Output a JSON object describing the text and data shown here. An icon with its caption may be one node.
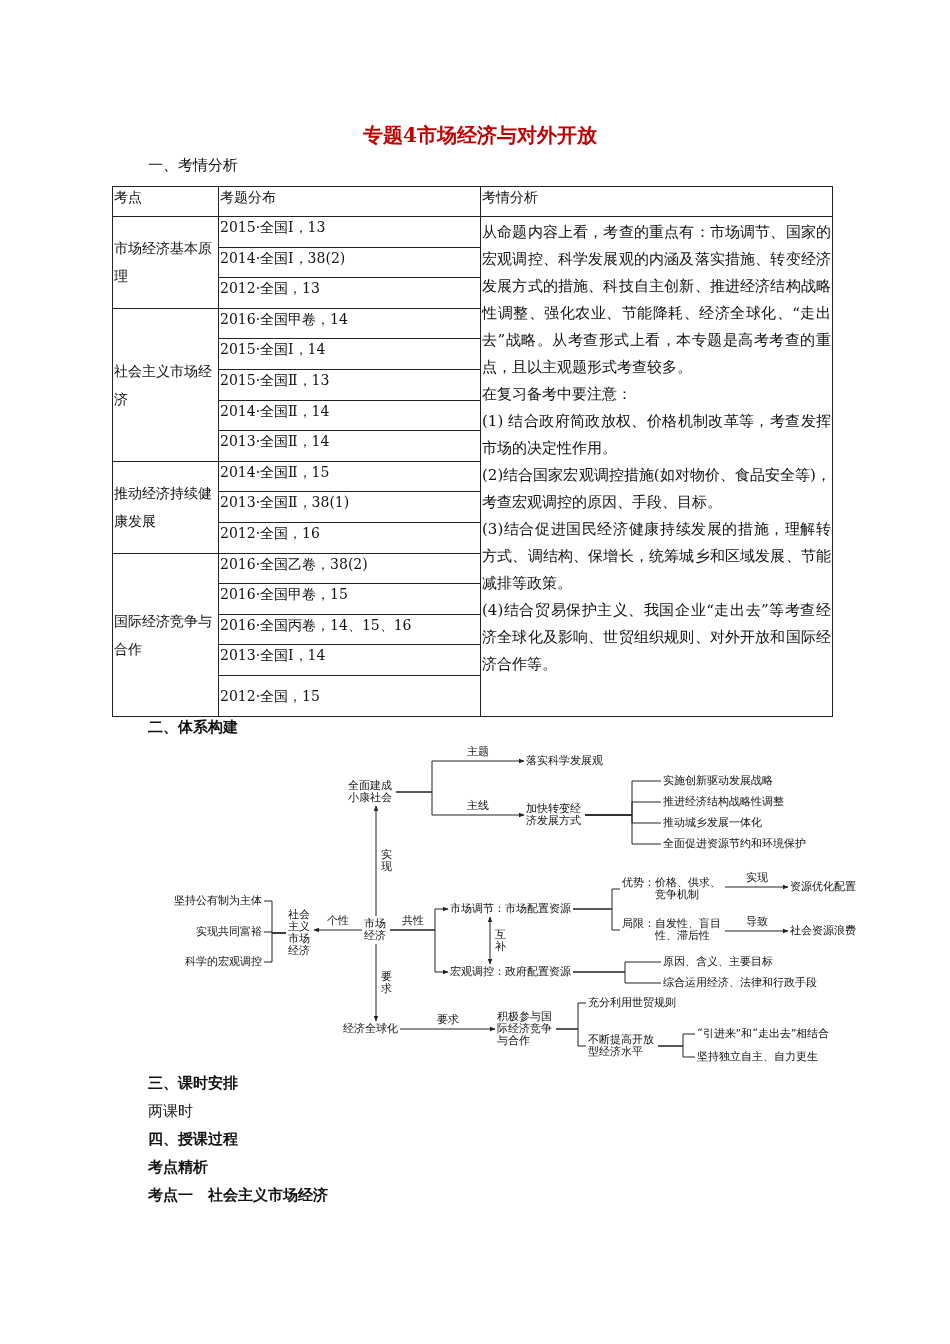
{
  "diagram": {
    "title": "专题4市场经济与对外开放",
    "nodes": [
      {
        "text": [
          "全面建成小康社会"
        ]
      },
      {
        "text": [
          "落实科学发展观"
        ]
      },
      {
        "text": [
          "加快转变经济发展方式"
        ]
      },
      {
        "text": [
          "实施创新驱动发展战略"
        ]
      },
      {
        "text": [
          "推进经济结构战略性调整"
        ]
      },
      {
        "text": [
          "推动城乡发展一体化"
        ]
      },
      {
        "text": [
          "全面促进资源节约和环境保护"
        ]
      },
      {
        "text": [
          "坚持公有制为主体"
        ]
      },
      {
        "text": [
          "实现共同富裕"
        ]
      },
      {
        "text": [
          "科学的宏观调控"
        ]
      },
      {
        "text": [
          "社会主义市场经济"
        ]
      },
      {
        "text": [
          "市场经济"
        ]
      },
      {
        "text": [
          "市场调节：市场配置资源"
        ]
      },
      {
        "text": [
          "宏观调控：政府配置资源"
        ]
      },
      {
        "text": [
          "优势：",
          "价格、供求、竞争机制"
        ]
      },
      {
        "text": [
          "资源优化配置"
        ]
      },
      {
        "text": [
          "局限：",
          "自发性、盲目性、滞后性"
        ]
      },
      {
        "text": [
          "社会资源浪费"
        ]
      },
      {
        "text": [
          "原因、含义、主要目标"
        ]
      },
      {
        "text": [
          "综合运用经济、法律和行政手段"
        ]
      },
      {
        "text": [
          "经济全球化"
        ]
      },
      {
        "text": [
          "积极参与国际经济竞争与合作"
        ]
      },
      {
        "text": [
          "充分利用世贸规则"
        ]
      },
      {
        "text": [
          "不断提高开放型经济水平"
        ]
      },
      {
        "text": [
          "“引进来”和“走出去”相结合"
        ]
      },
      {
        "text": [
          "坚持独立自主、自力更生"
        ]
      }
    ],
    "edges": [
      {
        "from": 0,
        "to": 1,
        "arrow": "to",
        "label": "主题"
      },
      {
        "from": 0,
        "to": 2,
        "arrow": "to",
        "label": "主线"
      },
      {
        "from": 2,
        "to": 3,
        "arrow": "none"
      },
      {
        "from": 2,
        "to": 4,
        "arrow": "none"
      },
      {
        "from": 2,
        "to": 5,
        "arrow": "none"
      },
      {
        "from": 2,
        "to": 6,
        "arrow": "none"
      },
      {
        "from": 7,
        "to": 10,
        "arrow": "none"
      },
      {
        "from": 8,
        "to": 10,
        "arrow": "none"
      },
      {
        "from": 9,
        "to": 10,
        "arrow": "none"
      },
      {
        "from": 11,
        "to": 0,
        "arrow": "to",
        "label": "实现"
      },
      {
        "from": 11,
        "to": 10,
        "arrow": "to",
        "label": "个性"
      },
      {
        "from": 11,
        "to": 12,
        "arrow": "to",
        "label": "共性"
      },
      {
        "from": 11,
        "to": 13,
        "arrow": "to"
      },
      {
        "from": 12,
        "to": 13,
        "arrow": "both",
        "label": "互补"
      },
      {
        "from": 12,
        "to": 14,
        "arrow": "none"
      },
      {
        "from": 12,
        "to": 16,
        "arrow": "none"
      },
      {
        "from": 14,
        "to": 15,
        "arrow": "to",
        "label": "实现"
      },
      {
        "from": 16,
        "to": 17,
        "arrow": "to",
        "label": "导致"
      },
      {
        "from": 13,
        "to": 18,
        "arrow": "none"
      },
      {
        "from": 13,
        "to": 19,
        "arrow": "none"
      },
      {
        "from": 11,
        "to": 20,
        "arrow": "to",
        "label": "要求"
      },
      {
        "from": 20,
        "to": 21,
        "arrow": "to",
        "label": "要求"
      },
      {
        "from": 21,
        "to": 22,
        "arrow": "none"
      },
      {
        "from": 21,
        "to": 23,
        "arrow": "none"
      },
      {
        "from": 23,
        "to": 24,
        "arrow": "none"
      },
      {
        "from": 23,
        "to": 25,
        "arrow": "none"
      }
    ],
    "labels": [
      "一、考情分析",
      "考点",
      "考题分布",
      "考情分析",
      "市场经济基本原理",
      "2015·全国Ⅰ，13",
      "从命题内容上看，考查的重点有：市场调节、国家的宏观调控、科学发展观的内涵及落实措施、转变经济发展方式的措施、科技自主创新、推进经济结构战略性调整、强化农业、节能降耗、经济全球化、“走出去”战略。从考查形式上看，本专题是高考考查的重点，且以主观题形式考查较多。",
      "在复习备考中要注意：",
      "(1) 结合政府简政放权、价格机制改革等，考查发挥市场的决定性作用。",
      "(2)结合国家宏观调控措施(如对物价、食品安全等)，考查宏观调控的原因、手段、目标。",
      "(3)结合促进国民经济健康持续发展的措施，理解转方式、调结构、保增长，统筹城乡和区域发展、节能减排等政策。",
      "(4)结合贸易保护主义、我国企业“走出去”等考查经济全球化及影响、世贸组织规则、对外开放和国际经济合作等。",
      "2014·全国Ⅰ，38(2)",
      "2012·全国，13",
      "社会主义市场经济",
      "2016·全国甲卷，14",
      "2015·全国Ⅰ，14",
      "2015·全国Ⅱ，13",
      "2014·全国Ⅱ，14",
      "2013·全国Ⅱ，14",
      "推动经济持续健康发展",
      "2014·全国Ⅱ，15",
      "2013·全国Ⅱ，38(1)",
      "2012·全国，16",
      "国际经济竞争与合作",
      "2016·全国乙卷，38(2)",
      "2016·全国甲卷，15",
      "2016·全国丙卷，14、15、16",
      "2013·全国Ⅰ，14",
      "2012·全国，15",
      "二、体系构建",
      "三、课时安排",
      "两课时",
      "四、授课过程",
      "考点精析",
      "考点一　社会主义市场经济"
    ]
  }
}
